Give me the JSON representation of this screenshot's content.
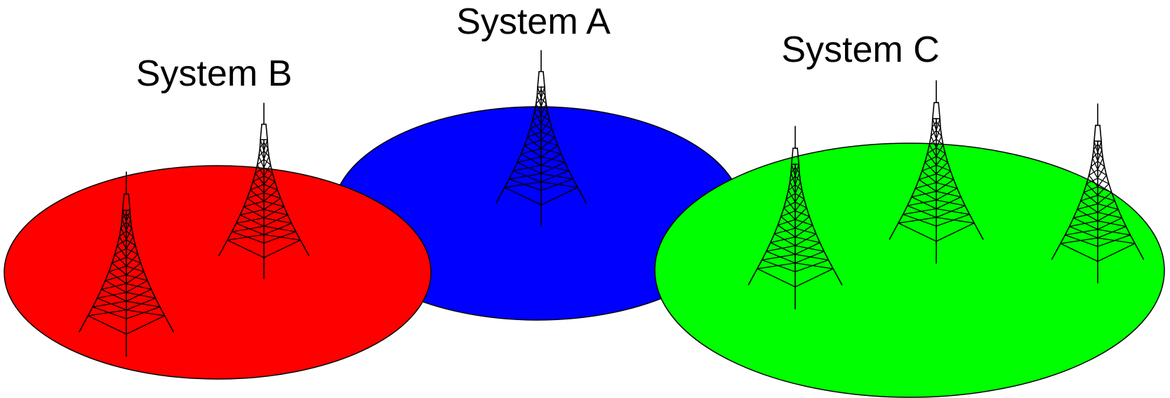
{
  "systems": [
    {
      "id": "a",
      "label": "System A",
      "color": "#0000ff",
      "tower_count": 1
    },
    {
      "id": "b",
      "label": "System B",
      "color": "#ff0000",
      "tower_count": 2
    },
    {
      "id": "c",
      "label": "System C",
      "color": "#00ff00",
      "tower_count": 3
    }
  ],
  "icons": {
    "tower": "radio-tower-icon"
  },
  "colors": {
    "outline": "#000000",
    "background": "#ffffff"
  }
}
